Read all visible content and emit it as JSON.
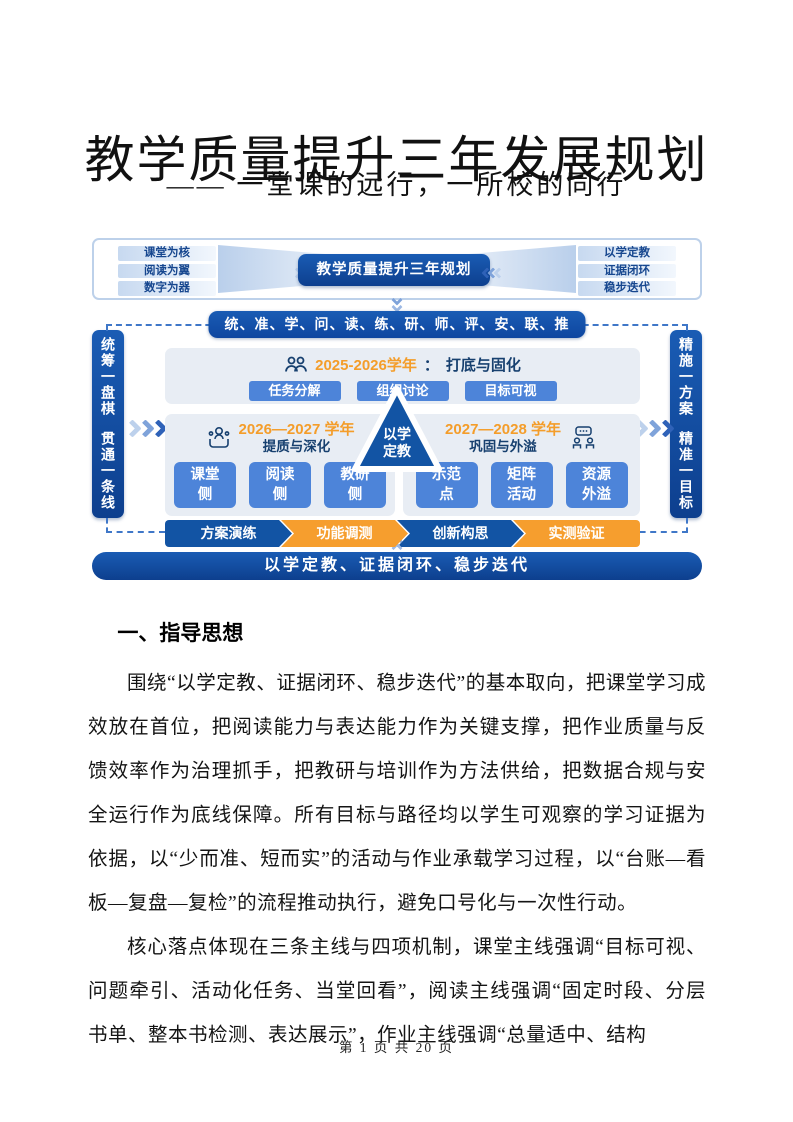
{
  "page": {
    "title": "教学质量提升三年发展规划",
    "subtitle": "—— 一堂课的远行，一所校的同行",
    "footer": "第 1 页 共 20 页"
  },
  "diagram": {
    "banner": {
      "left_items": [
        "课堂为核",
        "阅读为翼",
        "数字为器"
      ],
      "center": "教学质量提升三年规划",
      "right_items": [
        "以学定教",
        "证据闭环",
        "稳步迭代"
      ]
    },
    "keywords_pill": "统、准、学、问、读、练、研、师、评、安、联、推",
    "left_pillar": {
      "line1": "统筹一盘棋",
      "line2": "贯通一条线"
    },
    "right_pillar": {
      "line1": "精施一方案",
      "line2": "精准一目标"
    },
    "year1": {
      "icon": "group-people-icon",
      "label": "2025-2026学年",
      "separator": "：",
      "theme": "打底与固化",
      "buttons": [
        "任务分解",
        "组织讨论",
        "目标可视"
      ]
    },
    "year2": {
      "icon": "presenter-icon",
      "label": "2026—2027 学年",
      "theme": "提质与深化",
      "buttons": [
        [
          "课堂",
          "侧"
        ],
        [
          "阅读",
          "侧"
        ],
        [
          "教研",
          "侧"
        ]
      ]
    },
    "year3": {
      "icon": "discussion-icon",
      "label": "2027—2028 学年",
      "theme": "巩固与外溢",
      "buttons": [
        [
          "示范",
          "点"
        ],
        [
          "矩阵",
          "活动"
        ],
        [
          "资源",
          "外溢"
        ]
      ]
    },
    "triangle": {
      "line1": "以学",
      "line2": "定教"
    },
    "process_steps": [
      {
        "label": "方案演练",
        "color": "#1254a4"
      },
      {
        "label": "功能调测",
        "color": "#f69e2e"
      },
      {
        "label": "创新构思",
        "color": "#1254a4"
      },
      {
        "label": "实测验证",
        "color": "#f69e2e"
      }
    ],
    "bottom_bar": "以学定教、证据闭环、稳步迭代",
    "colors": {
      "primary_blue": "#1254a4",
      "button_blue": "#4d84d9",
      "accent_orange": "#f49d2a",
      "panel_bg": "#e8edf4"
    }
  },
  "content": {
    "section_heading": "一、指导思想",
    "paragraphs": [
      "围绕“以学定教、证据闭环、稳步迭代”的基本取向，把课堂学习成效放在首位，把阅读能力与表达能力作为关键支撑，把作业质量与反馈效率作为治理抓手，把教研与培训作为方法供给，把数据合规与安全运行作为底线保障。所有目标与路径均以学生可观察的学习证据为依据，以“少而准、短而实”的活动与作业承载学习过程，以“台账—看板—复盘—复检”的流程推动执行，避免口号化与一次性行动。",
      "核心落点体现在三条主线与四项机制，课堂主线强调“目标可视、问题牵引、活动化任务、当堂回看”，阅读主线强调“固定时段、分层书单、整本书检测、表达展示”，作业主线强调“总量适中、结构"
    ]
  }
}
